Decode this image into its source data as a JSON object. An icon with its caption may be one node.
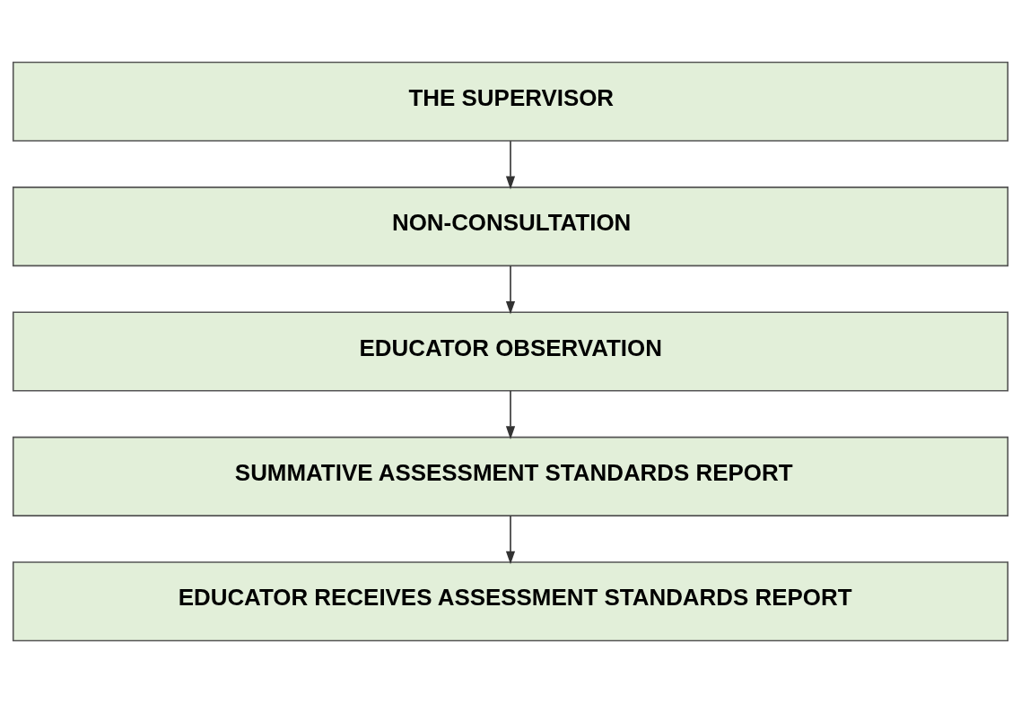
{
  "diagram": {
    "nodes": [
      {
        "text": [
          "THE SUPERVISOR"
        ]
      },
      {
        "text": [
          "NON-CONSULTATION"
        ]
      },
      {
        "text": [
          "EDUCATOR OBSERVATION"
        ]
      },
      {
        "text": [
          "SUMMATIVE ASSESSMENT STANDARDS REPORT"
        ]
      },
      {
        "text": [
          "EDUCATOR RECEIVES ASSESSMENT STANDARDS REPORT"
        ]
      }
    ],
    "edges": [
      {
        "from": 0,
        "to": 1,
        "arrow": "to"
      },
      {
        "from": 1,
        "to": 2,
        "arrow": "to"
      },
      {
        "from": 2,
        "to": 3,
        "arrow": "to"
      },
      {
        "from": 3,
        "to": 4,
        "arrow": "to"
      }
    ]
  }
}
